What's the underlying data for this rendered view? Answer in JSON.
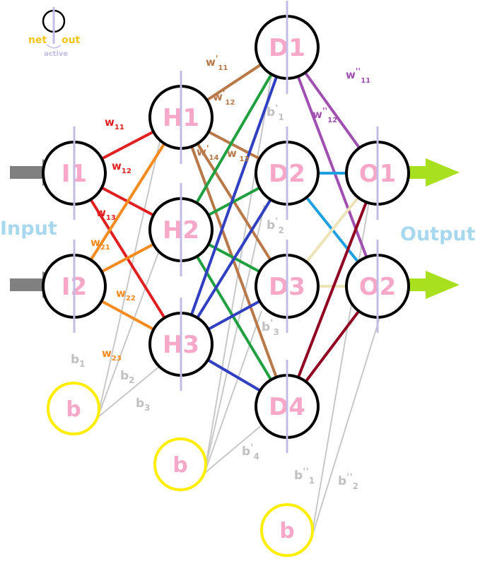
{
  "colors": {
    "node_stroke": "#000000",
    "bias_stroke": "#ffee00",
    "node_text": "#f7a8c8",
    "node_divider": "#c4bce4",
    "input_arrow": "#808080",
    "output_arrow": "#a8e020",
    "side_text": "#a8d8ee",
    "bias_line": "#c8c8c8",
    "legend_net_out": "#f4c518",
    "legend_active": "#c4bce4"
  },
  "legend": {
    "net": "net",
    "out": "out",
    "active": "active"
  },
  "side_labels": {
    "input": "Input",
    "output": "Output"
  },
  "nodes": {
    "I1": "I1",
    "I2": "I2",
    "H1": "H1",
    "H2": "H2",
    "H3": "H3",
    "D1": "D1",
    "D2": "D2",
    "D3": "D3",
    "D4": "D4",
    "O1": "O1",
    "O2": "O2"
  },
  "bias": {
    "b1": "b",
    "b2": "b",
    "b3": "b"
  },
  "edges": [
    {
      "from": "I1",
      "to": "H1",
      "color": "#e02020"
    },
    {
      "from": "I1",
      "to": "H2",
      "color": "#e02020"
    },
    {
      "from": "I1",
      "to": "H3",
      "color": "#e02020"
    },
    {
      "from": "I2",
      "to": "H1",
      "color": "#f58a20"
    },
    {
      "from": "I2",
      "to": "H2",
      "color": "#f58a20"
    },
    {
      "from": "I2",
      "to": "H3",
      "color": "#f58a20"
    },
    {
      "from": "H1",
      "to": "D1",
      "color": "#b87848"
    },
    {
      "from": "H1",
      "to": "D2",
      "color": "#b87848"
    },
    {
      "from": "H1",
      "to": "D3",
      "color": "#b87848"
    },
    {
      "from": "H1",
      "to": "D4",
      "color": "#b87848"
    },
    {
      "from": "H2",
      "to": "D1",
      "color": "#20a040"
    },
    {
      "from": "H2",
      "to": "D2",
      "color": "#20a040"
    },
    {
      "from": "H2",
      "to": "D3",
      "color": "#20a040"
    },
    {
      "from": "H2",
      "to": "D4",
      "color": "#20a040"
    },
    {
      "from": "H3",
      "to": "D1",
      "color": "#3040c0"
    },
    {
      "from": "H3",
      "to": "D2",
      "color": "#3040c0"
    },
    {
      "from": "H3",
      "to": "D3",
      "color": "#3040c0"
    },
    {
      "from": "H3",
      "to": "D4",
      "color": "#3040c0"
    },
    {
      "from": "D1",
      "to": "O1",
      "color": "#a050b0"
    },
    {
      "from": "D1",
      "to": "O2",
      "color": "#a050b0"
    },
    {
      "from": "D2",
      "to": "O1",
      "color": "#20a0e0"
    },
    {
      "from": "D2",
      "to": "O2",
      "color": "#20a0e0"
    },
    {
      "from": "D3",
      "to": "O1",
      "color": "#ece4b8"
    },
    {
      "from": "D3",
      "to": "O2",
      "color": "#ece4b8"
    },
    {
      "from": "D4",
      "to": "O1",
      "color": "#900020"
    },
    {
      "from": "D4",
      "to": "O2",
      "color": "#900020"
    }
  ],
  "bias_edges": [
    {
      "from": "b1",
      "to": "H1"
    },
    {
      "from": "b1",
      "to": "H2"
    },
    {
      "from": "b1",
      "to": "H3"
    },
    {
      "from": "b2",
      "to": "D1"
    },
    {
      "from": "b2",
      "to": "D2"
    },
    {
      "from": "b2",
      "to": "D3"
    },
    {
      "from": "b2",
      "to": "D4"
    },
    {
      "from": "b3",
      "to": "O1"
    },
    {
      "from": "b3",
      "to": "O2"
    }
  ],
  "weight_labels": [
    {
      "text": "w",
      "sub": "11",
      "prime": "",
      "color": "#e02020"
    },
    {
      "text": "w",
      "sub": "12",
      "prime": "",
      "color": "#e02020"
    },
    {
      "text": "w",
      "sub": "13",
      "prime": "",
      "color": "#e02020"
    },
    {
      "text": "w",
      "sub": "21",
      "prime": "",
      "color": "#f58a20"
    },
    {
      "text": "w",
      "sub": "22",
      "prime": "",
      "color": "#f58a20"
    },
    {
      "text": "w",
      "sub": "23",
      "prime": "",
      "color": "#f58a20"
    },
    {
      "text": "w",
      "sub": "11",
      "prime": "'",
      "color": "#b87848"
    },
    {
      "text": "w",
      "sub": "12",
      "prime": "'",
      "color": "#b87848"
    },
    {
      "text": "w",
      "sub": "14",
      "prime": "'",
      "color": "#b87848"
    },
    {
      "text": "w",
      "sub": "13",
      "prime": "'",
      "color": "#b87848"
    },
    {
      "text": "w",
      "sub": "11",
      "prime": "''",
      "color": "#a050b0"
    },
    {
      "text": "w",
      "sub": "12",
      "prime": "''",
      "color": "#a050b0"
    },
    {
      "text": "b",
      "sub": "1",
      "prime": "",
      "color": "#c0c0c0"
    },
    {
      "text": "b",
      "sub": "2",
      "prime": "",
      "color": "#c0c0c0"
    },
    {
      "text": "b",
      "sub": "3",
      "prime": "",
      "color": "#c0c0c0"
    },
    {
      "text": "b",
      "sub": "1",
      "prime": "'",
      "color": "#c0c0c0"
    },
    {
      "text": "b",
      "sub": "2",
      "prime": "'",
      "color": "#c0c0c0"
    },
    {
      "text": "b",
      "sub": "3",
      "prime": "'",
      "color": "#c0c0c0"
    },
    {
      "text": "b",
      "sub": "4",
      "prime": "'",
      "color": "#c0c0c0"
    },
    {
      "text": "b",
      "sub": "1",
      "prime": "''",
      "color": "#c0c0c0"
    },
    {
      "text": "b",
      "sub": "2",
      "prime": "''",
      "color": "#c0c0c0"
    }
  ]
}
